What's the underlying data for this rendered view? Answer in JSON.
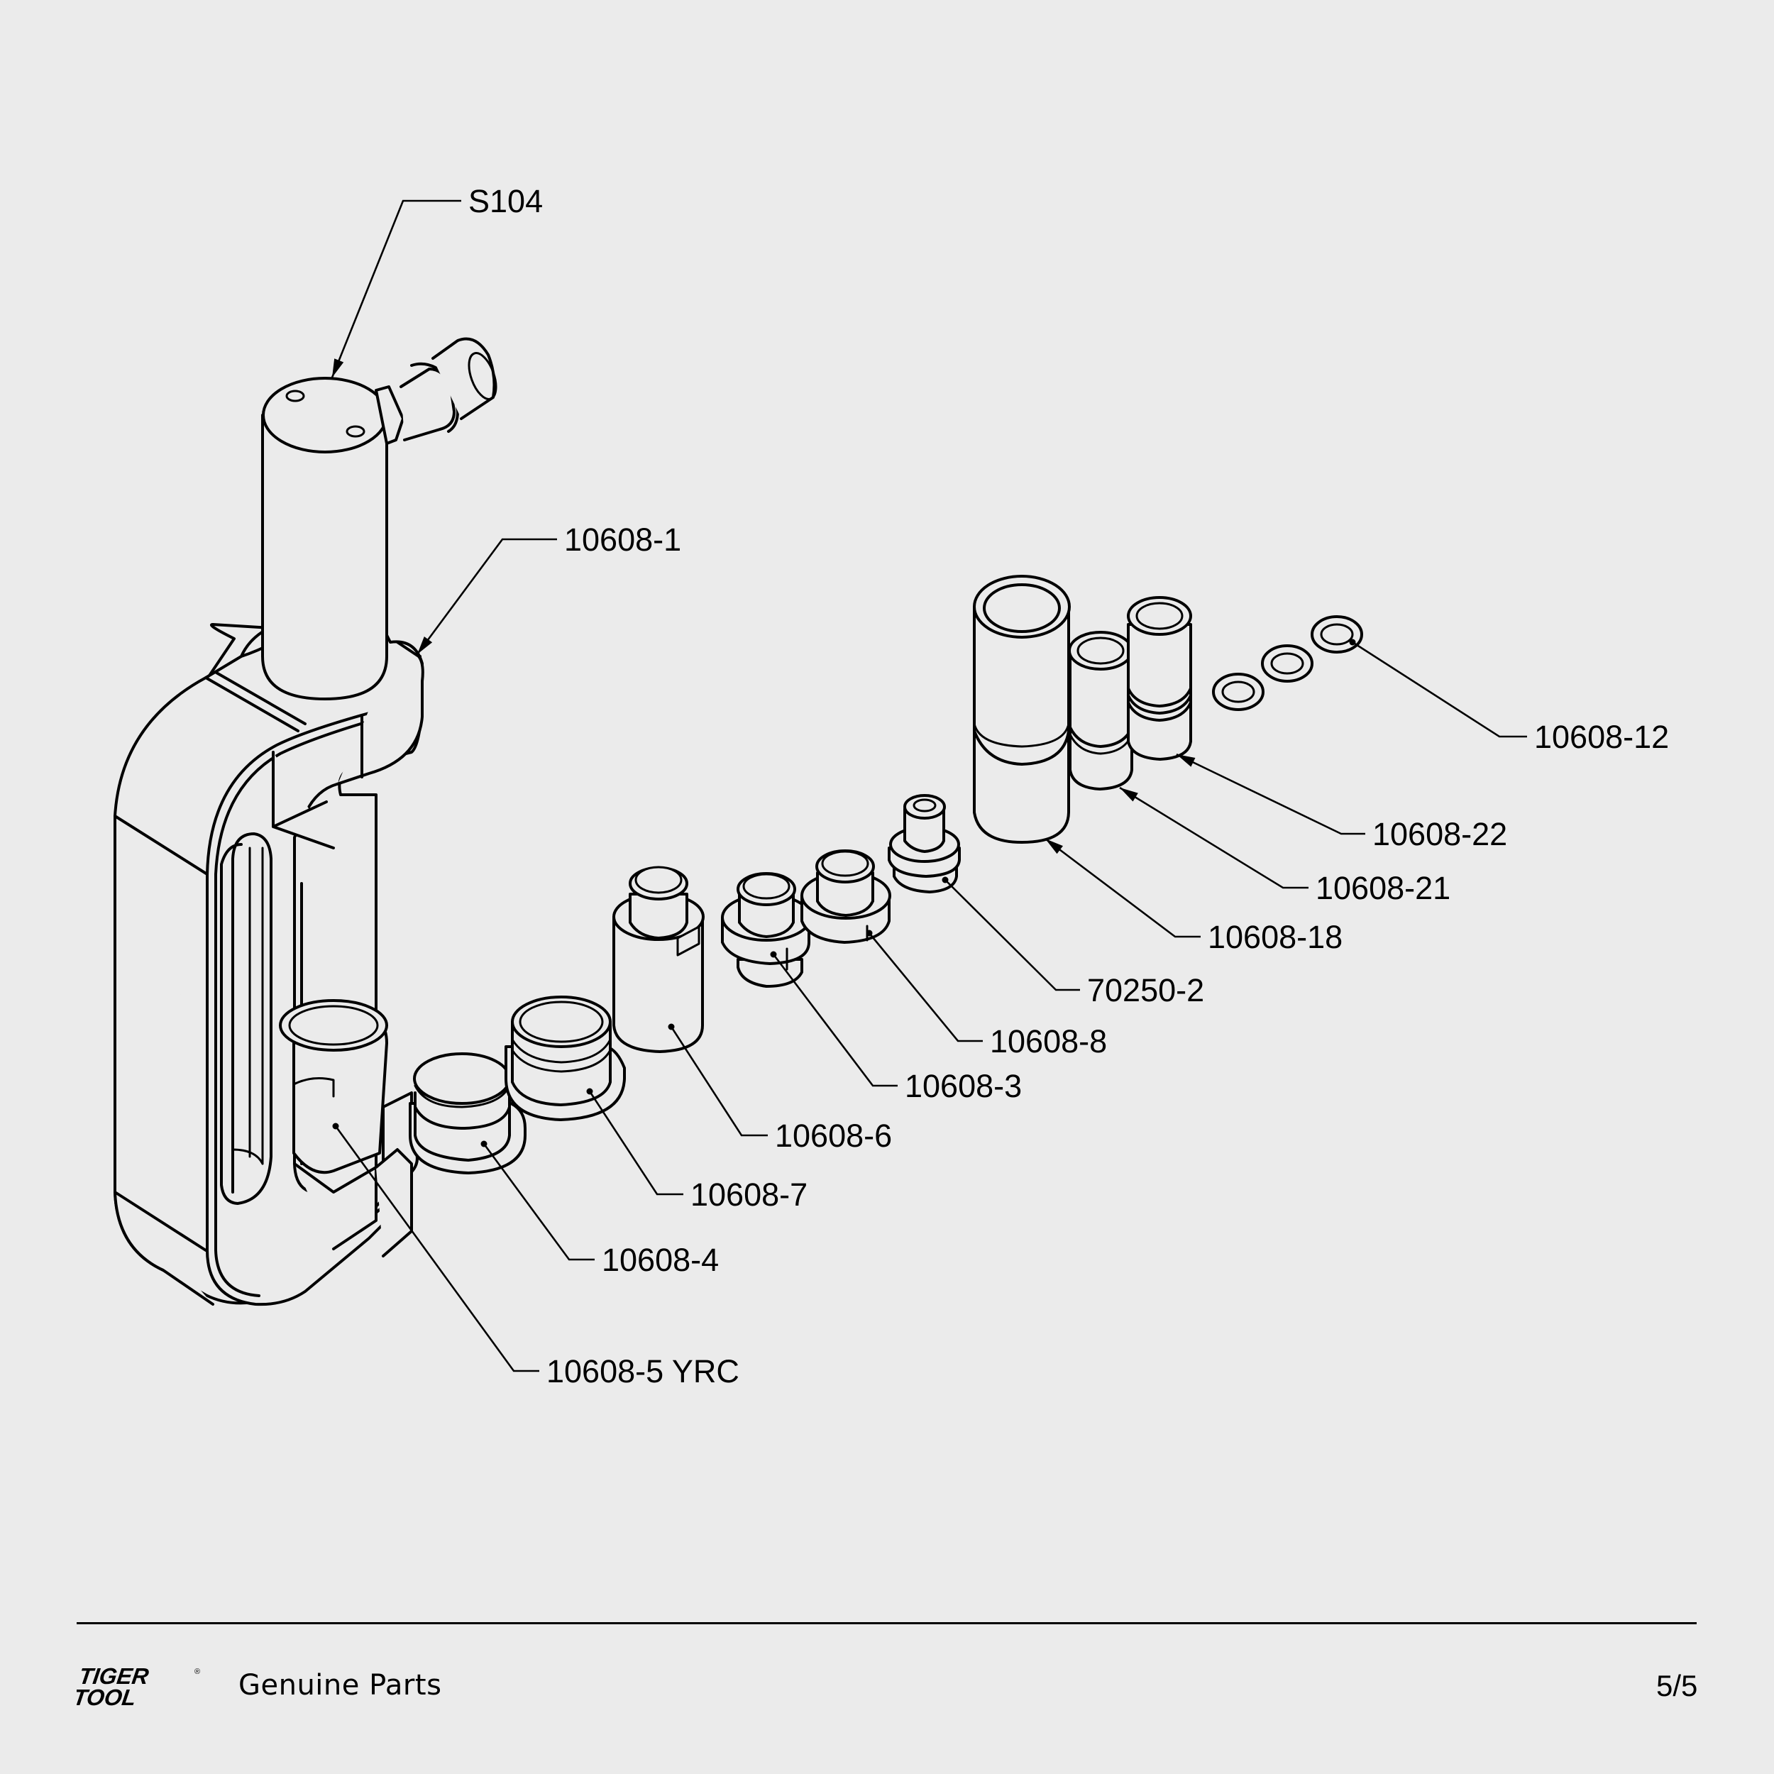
{
  "diagram": {
    "type": "exploded-parts-view",
    "callouts": [
      {
        "id": "s104",
        "label": "S104",
        "part": "hydraulic-cylinder"
      },
      {
        "id": "p10608-1",
        "label": "10608-1",
        "part": "c-frame-body"
      },
      {
        "id": "p10608-12",
        "label": "10608-12",
        "part": "washer-rings"
      },
      {
        "id": "p10608-22",
        "label": "10608-22",
        "part": "sleeve-small-tall"
      },
      {
        "id": "p10608-21",
        "label": "10608-21",
        "part": "sleeve-small-short"
      },
      {
        "id": "p10608-18",
        "label": "10608-18",
        "part": "sleeve-large"
      },
      {
        "id": "p70250-2",
        "label": "70250-2",
        "part": "threaded-adapter"
      },
      {
        "id": "p10608-8",
        "label": "10608-8",
        "part": "stepped-adapter-b"
      },
      {
        "id": "p10608-3",
        "label": "10608-3",
        "part": "stepped-adapter-a"
      },
      {
        "id": "p10608-6",
        "label": "10608-6",
        "part": "tall-pusher"
      },
      {
        "id": "p10608-7",
        "label": "10608-7",
        "part": "cup-adapter-large"
      },
      {
        "id": "p10608-4",
        "label": "10608-4",
        "part": "cup-adapter-small"
      },
      {
        "id": "p10608-5yrc",
        "label": "10608-5 YRC",
        "part": "receiver-cup"
      }
    ]
  },
  "footer": {
    "brand_line1": "TIGER",
    "brand_line2": "TOOL",
    "registered_mark": "®",
    "tagline": "Genuine Parts",
    "page_indicator": "5/5"
  }
}
